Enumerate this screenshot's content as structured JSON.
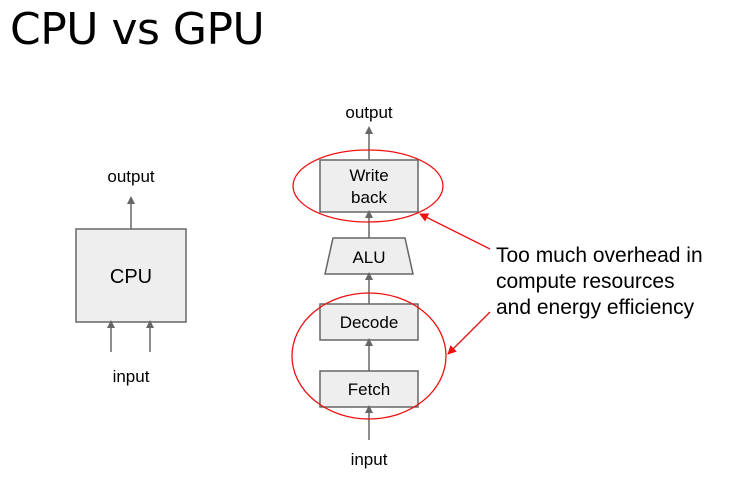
{
  "title": "CPU vs GPU",
  "cpu_diagram": {
    "output_label": "output",
    "block_label": "CPU",
    "input_label": "input"
  },
  "pipeline_diagram": {
    "output_label": "output",
    "stages": {
      "write_back": "Write back",
      "write_back_line1": "Write",
      "write_back_line2": "back",
      "alu": "ALU",
      "decode": "Decode",
      "fetch": "Fetch"
    },
    "input_label": "input"
  },
  "annotation": {
    "line1": "Too much overhead in",
    "line2": "compute resources",
    "line3": "and energy efficiency",
    "color": "#ee1111"
  },
  "colors": {
    "box_fill": "#eeeeee",
    "box_stroke": "#666666",
    "arrow": "#666666",
    "highlight": "#ee1111"
  }
}
